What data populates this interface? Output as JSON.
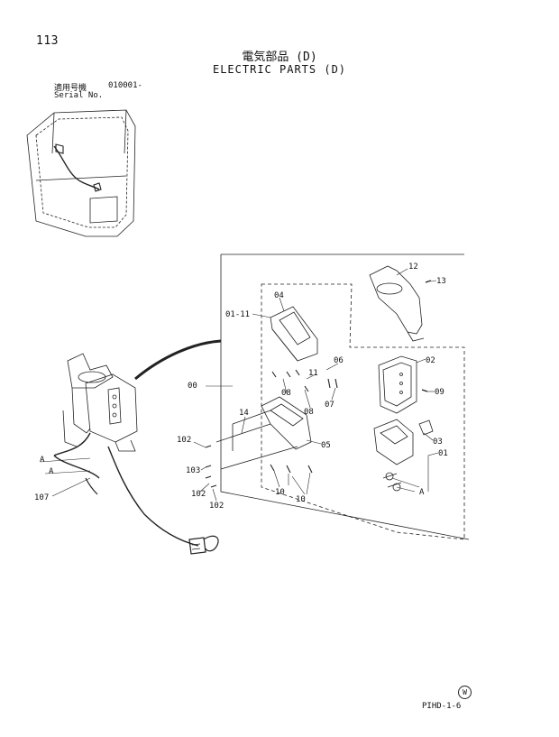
{
  "header": {
    "page_number": "113",
    "title_ja": "電気部品 (D)",
    "title_en": "ELECTRIC PARTS (D)",
    "serial_label_ja": "適用号機",
    "serial_label_en": "Serial No.",
    "serial_value": "010001-"
  },
  "callouts": {
    "c12": "12",
    "c13": "13",
    "c04": "04",
    "c0111": "01-11",
    "c02": "02",
    "c06": "06",
    "c11": "11",
    "c08a": "08",
    "c08b": "08",
    "c07": "07",
    "c09": "09",
    "c00": "00",
    "c14": "14",
    "c05": "05",
    "c03": "03",
    "c01": "01",
    "c102a": "102",
    "c103": "103",
    "c102b": "102",
    "c102c": "102",
    "c10a": "10",
    "c10b": "10",
    "cA1": "A",
    "cA2": "A",
    "cA3": "A",
    "c107": "107"
  },
  "footer": {
    "code": "PIHD-1-6",
    "mark": "W"
  }
}
